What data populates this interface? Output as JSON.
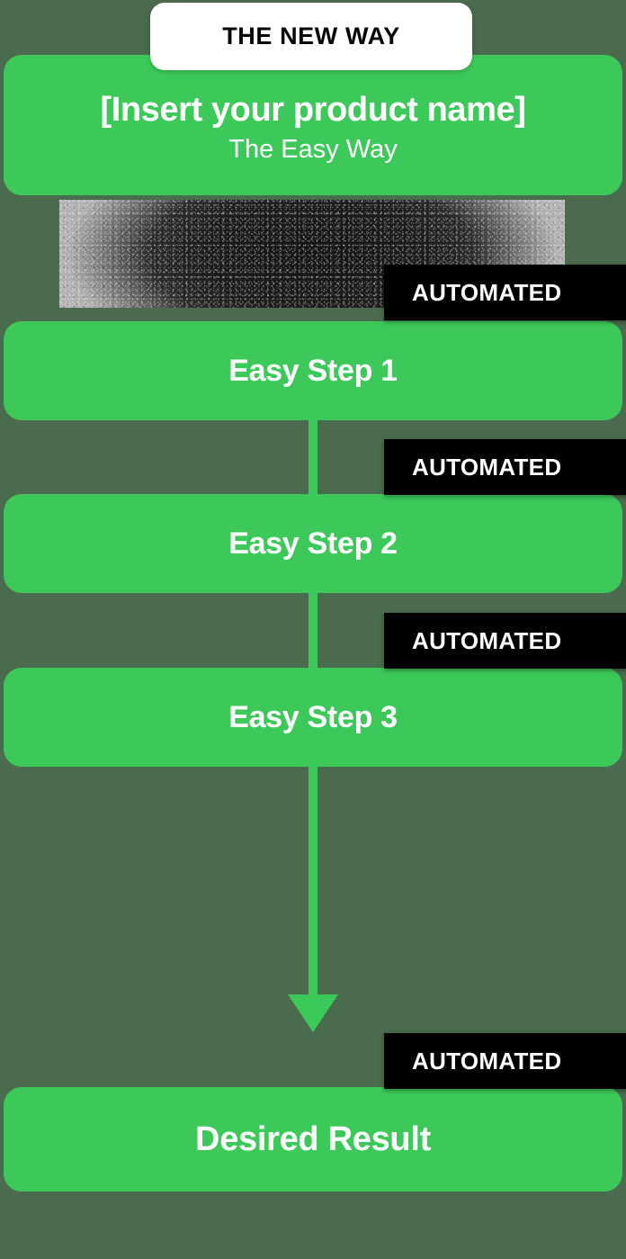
{
  "page": {
    "badge_label": "THE NEW WAY",
    "accent_green": "#3dc959",
    "badge_black": "#000000",
    "backdrop": "#4a6b4d",
    "white": "#ffffff"
  },
  "header": {
    "title": "[Insert your product name]",
    "subtitle": "The Easy Way"
  },
  "steps": [
    {
      "label": "Easy Step 1"
    },
    {
      "label": "Easy Step 2"
    },
    {
      "label": "Easy Step 3"
    }
  ],
  "automated_badges": [
    {
      "label": "AUTOMATED"
    },
    {
      "label": "AUTOMATED"
    },
    {
      "label": "AUTOMATED"
    },
    {
      "label": "AUTOMATED"
    }
  ],
  "result": {
    "label": "Desired Result"
  }
}
